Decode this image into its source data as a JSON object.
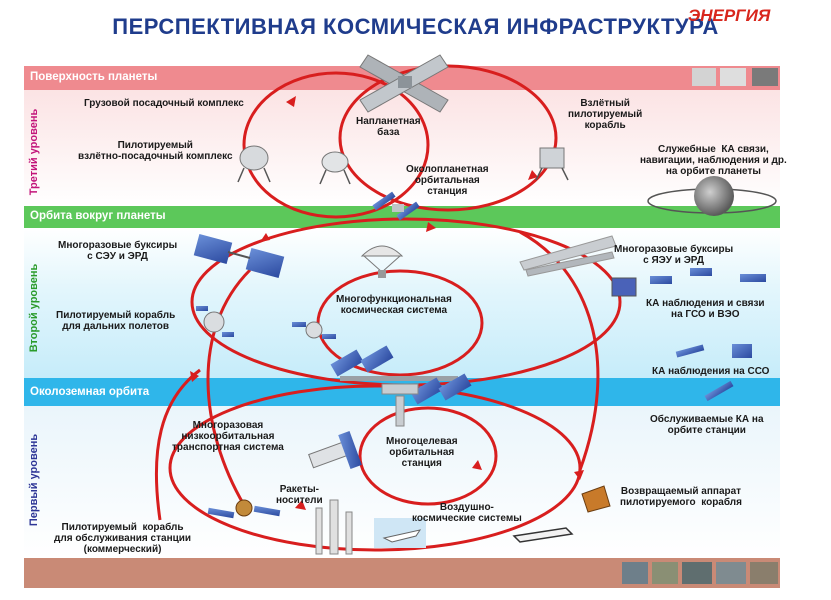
{
  "header": {
    "title": "ПЕРСПЕКТИВНАЯ  КОСМИЧЕСКАЯ  ИНФРАСТРУКТУРА",
    "logo_text": "ЭНЕРГИЯ"
  },
  "bands": {
    "planet_surface": "Поверхность планеты",
    "planet_orbit": "Орбита вокруг планеты",
    "earth_orbit": "Околоземная орбита"
  },
  "levels": {
    "third": "Третий уровень",
    "second": "Второй уровень",
    "first": "Первый уровень"
  },
  "labels": {
    "cargo_lander": "Грузовой посадочный комплекс",
    "planetary_base": "Напланетная\nбаза",
    "ascent_ship": "Взлётный\nпилотируемый\nкорабль",
    "crew_lander": "Пилотируемый\nвзлётно-посадочный комплекс",
    "service_sc": "Служебные  КА связи,\nнавигации, наблюдения и др.\nна орбите планеты",
    "orbital_station": "Околопланетная\nорбитальная\nстанция",
    "tugs_solar": "Многоразовые буксиры\nс СЭУ и ЭРД",
    "tugs_nuclear": "Многоразовые буксиры\nс ЯЭУ и ЭРД",
    "deep_space_ship": "Пилотируемый корабль\nдля дальних полетов",
    "multi_system": "Многофункциональная\nкосмическая система",
    "geo_sc": "КА наблюдения и связи\nна ГСО и ВЭО",
    "sso_sc": "КА наблюдения на ССО",
    "serviced_sc": "Обслуживаемые КА на\nорбите станции",
    "reusable_transport": "Многоразовая\nнизкоорбитальная\nтранспортная система",
    "multi_station": "Многоцелевая\nорбитальная\nстанция",
    "rockets": "Ракеты-\nносители",
    "return_capsule": "Возвращаемый аппарат\nпилотируемого  корабля",
    "aerospace": "Воздушно-\nкосмические системы",
    "commercial_ship": "Пилотируемый  корабль\nдля обслуживания станции\n(коммерческий)"
  },
  "colors": {
    "title": "#1f3c8c",
    "planet_surface_band": "#ef8a8f",
    "planet_orbit_band": "#5cc85a",
    "earth_orbit_band": "#2fb6ea",
    "ground_band": "#c98a76",
    "arrows": "#d81e1e",
    "third_level": "#c2147a",
    "second_level": "#2a9b2a",
    "first_level": "#2d3596"
  }
}
